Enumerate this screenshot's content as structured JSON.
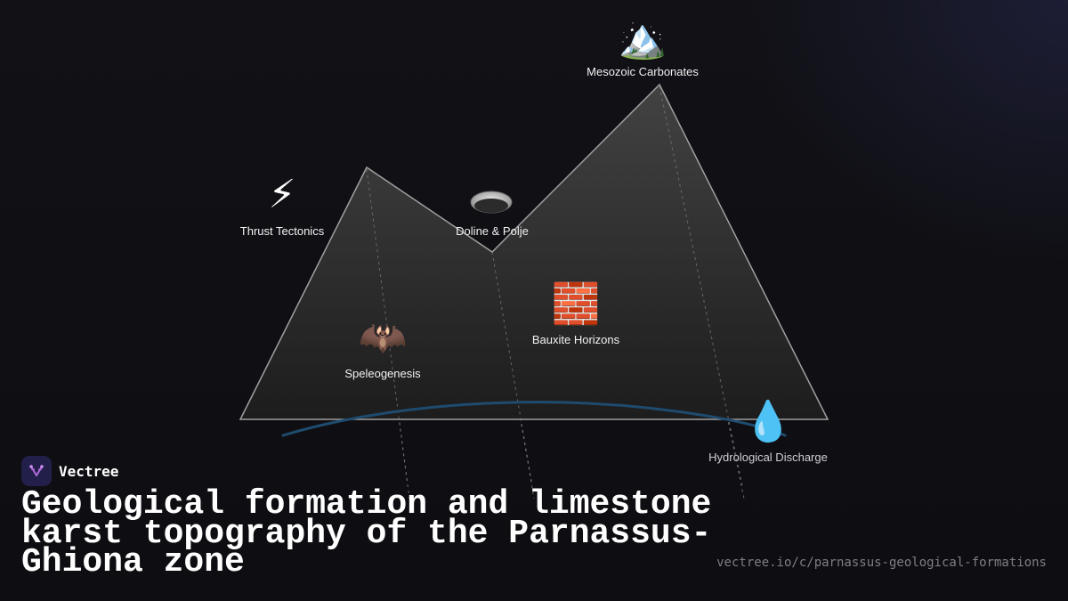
{
  "brand": {
    "name": "Vectree"
  },
  "title": "Geological formation and limestone karst topography of the Parnassus-Ghiona zone",
  "url": "vectree.io/c/parnassus-geological-formations",
  "nodes": [
    {
      "id": "mesozoic",
      "label": "Mesozoic Carbonates",
      "icon": "mountain-icon",
      "glyph": "🏔️"
    },
    {
      "id": "thrust",
      "label": "Thrust Tectonics",
      "icon": "lightning-icon",
      "glyph": "⚡"
    },
    {
      "id": "doline",
      "label": "Doline & Polje",
      "icon": "sinkhole-icon",
      "glyph": ""
    },
    {
      "id": "bauxite",
      "label": "Bauxite Horizons",
      "icon": "brick-icon",
      "glyph": "🧱"
    },
    {
      "id": "speleo",
      "label": "Speleogenesis",
      "icon": "bat-icon",
      "glyph": "🦇"
    },
    {
      "id": "hydro",
      "label": "Hydrological Discharge",
      "icon": "water-drop-icon",
      "glyph": "💧"
    }
  ],
  "colors": {
    "background": "#0f0f13",
    "mountain_fill_top": "#4a4a4a",
    "mountain_fill_bottom": "#1f1f1f",
    "mountain_stroke": "#9a9a9a",
    "water_curve": "#1f4b6e",
    "brand_logo_bg": "#22204a",
    "brand_logo_accent": "#b06ad8",
    "url_text": "#7d7d86"
  }
}
